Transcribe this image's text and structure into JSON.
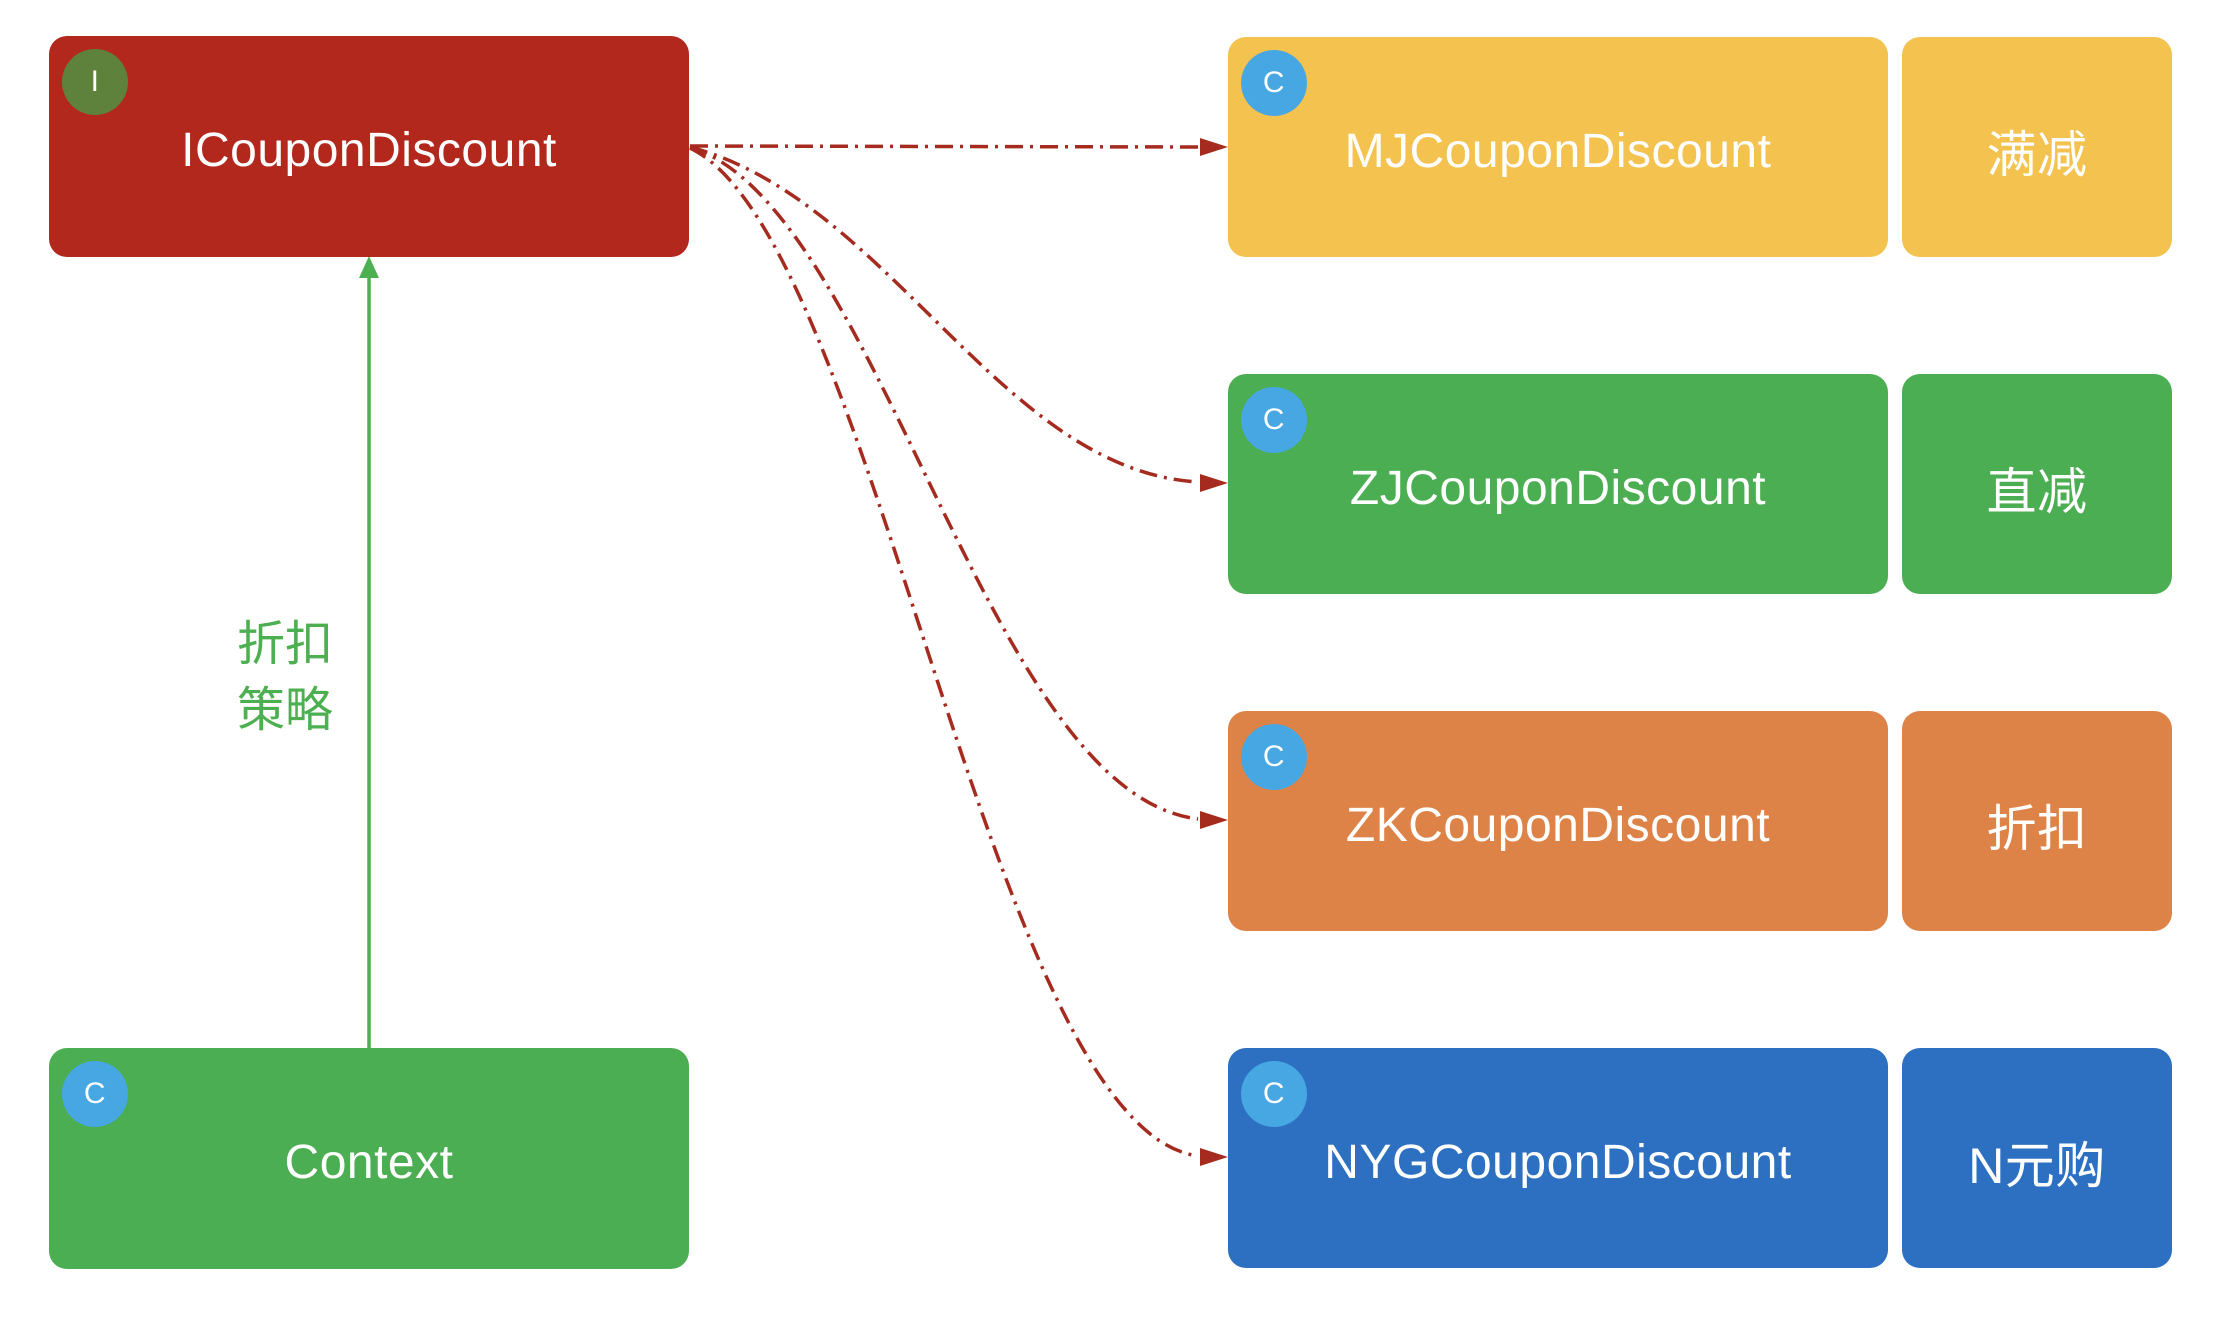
{
  "diagram": {
    "interface": {
      "badge": "I",
      "name": "ICouponDiscount",
      "color": "#B2281C",
      "badge_color": "#5E823C"
    },
    "context": {
      "badge": "C",
      "name": "Context",
      "color": "#4CAE52"
    },
    "class_badge_letter": "C",
    "class_badge_color": "#47A7E2",
    "strategy_label": {
      "line1": "折扣",
      "line2": "策略",
      "color": "#4CAF50"
    },
    "classes": [
      {
        "badge": "C",
        "name": "MJCouponDiscount",
        "tag": "满减",
        "color": "#F3C24F"
      },
      {
        "badge": "C",
        "name": "ZJCouponDiscount",
        "tag": "直减",
        "color": "#4CAE52"
      },
      {
        "badge": "C",
        "name": "ZKCouponDiscount",
        "tag": "折扣",
        "color": "#DE8347"
      },
      {
        "badge": "C",
        "name": "NYGCouponDiscount",
        "tag": "N元购",
        "color": "#2D70C2"
      }
    ],
    "arrow_colors": {
      "inheritance": "#A52B1F",
      "strategy": "#4CAF50"
    }
  }
}
